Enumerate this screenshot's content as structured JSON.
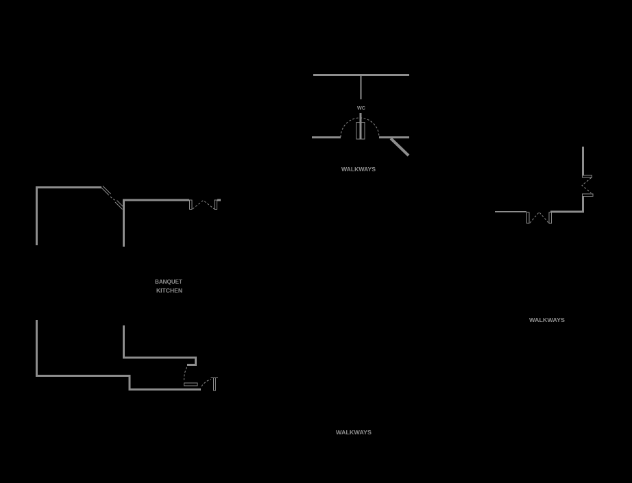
{
  "colors": {
    "background": "#000000",
    "wall": "#8d8d8d",
    "text": "#8f8f8f"
  },
  "diagram": {
    "type": "floor-plan",
    "labels": {
      "wc": "WC",
      "walkways_top": "WALKWAYS",
      "walkways_right": "WALKWAYS",
      "walkways_bottom": "WALKWAYS",
      "banquet_kitchen_line1": "BANQUET",
      "banquet_kitchen_line2": "KITCHEN"
    }
  }
}
